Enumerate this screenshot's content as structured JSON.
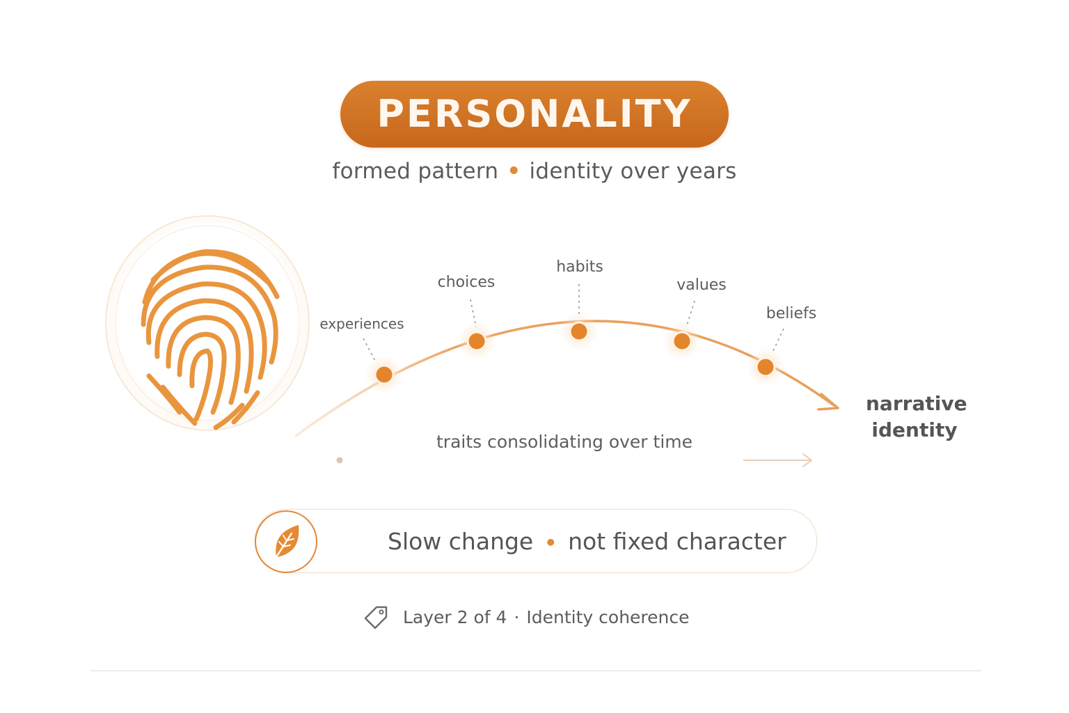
{
  "title": "PERSONALITY",
  "subtitle": {
    "left": "formed pattern",
    "separator": "•",
    "right": "identity over years"
  },
  "timeline": {
    "points": [
      {
        "label": "experiences"
      },
      {
        "label": "choices"
      },
      {
        "label": "habits"
      },
      {
        "label": "values"
      },
      {
        "label": "beliefs"
      }
    ],
    "endpoint_line1": "narrative",
    "endpoint_line2": "identity",
    "caption": "traits consolidating over time"
  },
  "change_pill": {
    "left": "Slow change",
    "separator": "•",
    "right": "not fixed character"
  },
  "footer": {
    "layer": "Layer 2 of 4",
    "separator": "·",
    "topic": "Identity coherence"
  },
  "icons": {
    "fingerprint": "fingerprint-icon",
    "leaf": "leaf-icon",
    "tag": "tag-icon"
  },
  "colors": {
    "accent": "#d9782a",
    "accent_light": "#f0b375",
    "text": "#5a5a5a"
  }
}
